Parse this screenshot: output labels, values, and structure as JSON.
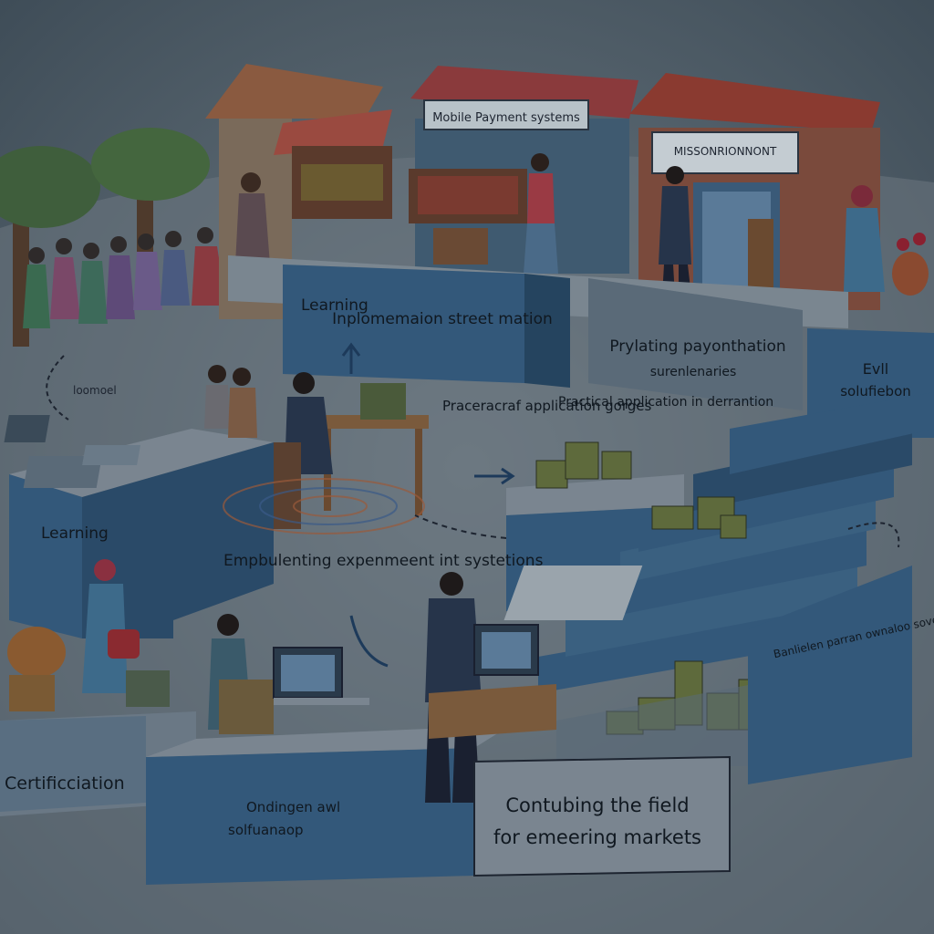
{
  "colors": {
    "background": "#4a5a66",
    "ground": "#6b7780",
    "platform_blue": "#33587a",
    "platform_side": "#25445f",
    "roof_red": "#8a3a30",
    "brick": "#7a4a3c",
    "money_green": "#5e6a3c",
    "ink": "#1d2430"
  },
  "labels": {
    "stall_sign": "Mobile Payment systems",
    "shop_sign": "MISSONRIONNONT",
    "learning_top": "Learning",
    "implementation": "Inplomemaion street mation",
    "prylating": "Prylating payonthation",
    "surenlenaries": "surenlenaries",
    "evil": "Evll",
    "solufiebon": "solufiebon",
    "loomoel": "loomoel",
    "practical_left": "Praceracraf application gorges",
    "practical_right": "Practical application in derrantion",
    "learning_left": "Learning",
    "empowering": "Empbulenting expenmeent int systetions",
    "certification": "Certificciation",
    "ondigen": "Ondingen awl",
    "solfuanaop": "solfuanaop",
    "right_side_text": "Banlielen parran ownaloo sovenis",
    "contributing": "Contubing the field",
    "emerging": "for emeering markets"
  },
  "icons": {
    "arrow": "curved-arrow-icon",
    "money": "money-stack-icon",
    "laptop": "laptop-icon",
    "tree": "tree-icon"
  }
}
